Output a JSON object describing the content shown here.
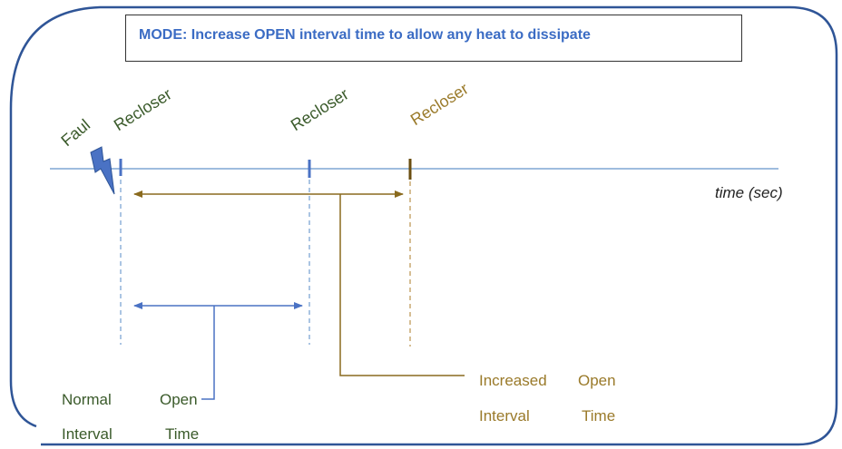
{
  "title": "MODE:  Increase OPEN interval time to allow any heat to dissipate",
  "fault_label": "Faul",
  "recloser_labels": [
    "Recloser",
    "Recloser",
    "Recloser"
  ],
  "axis_label": "time (sec)",
  "normal_interval": {
    "line1_word1": "Normal",
    "line1_word2": "Open",
    "line2_word1": "Interval",
    "line2_word2": "Time"
  },
  "increased_interval": {
    "line1_word1": "Increased",
    "line1_word2": "Open",
    "line2_word1": "Interval",
    "line2_word2": "Time"
  },
  "colors": {
    "frame": "#2f5597",
    "timeline": "#7ea6d4",
    "normal": "#4a72c4",
    "increased": "#8a6a1e",
    "green_text": "#3a5a2a",
    "gold_text": "#9a7a2a",
    "fault_bolt": "#4a72c4"
  }
}
